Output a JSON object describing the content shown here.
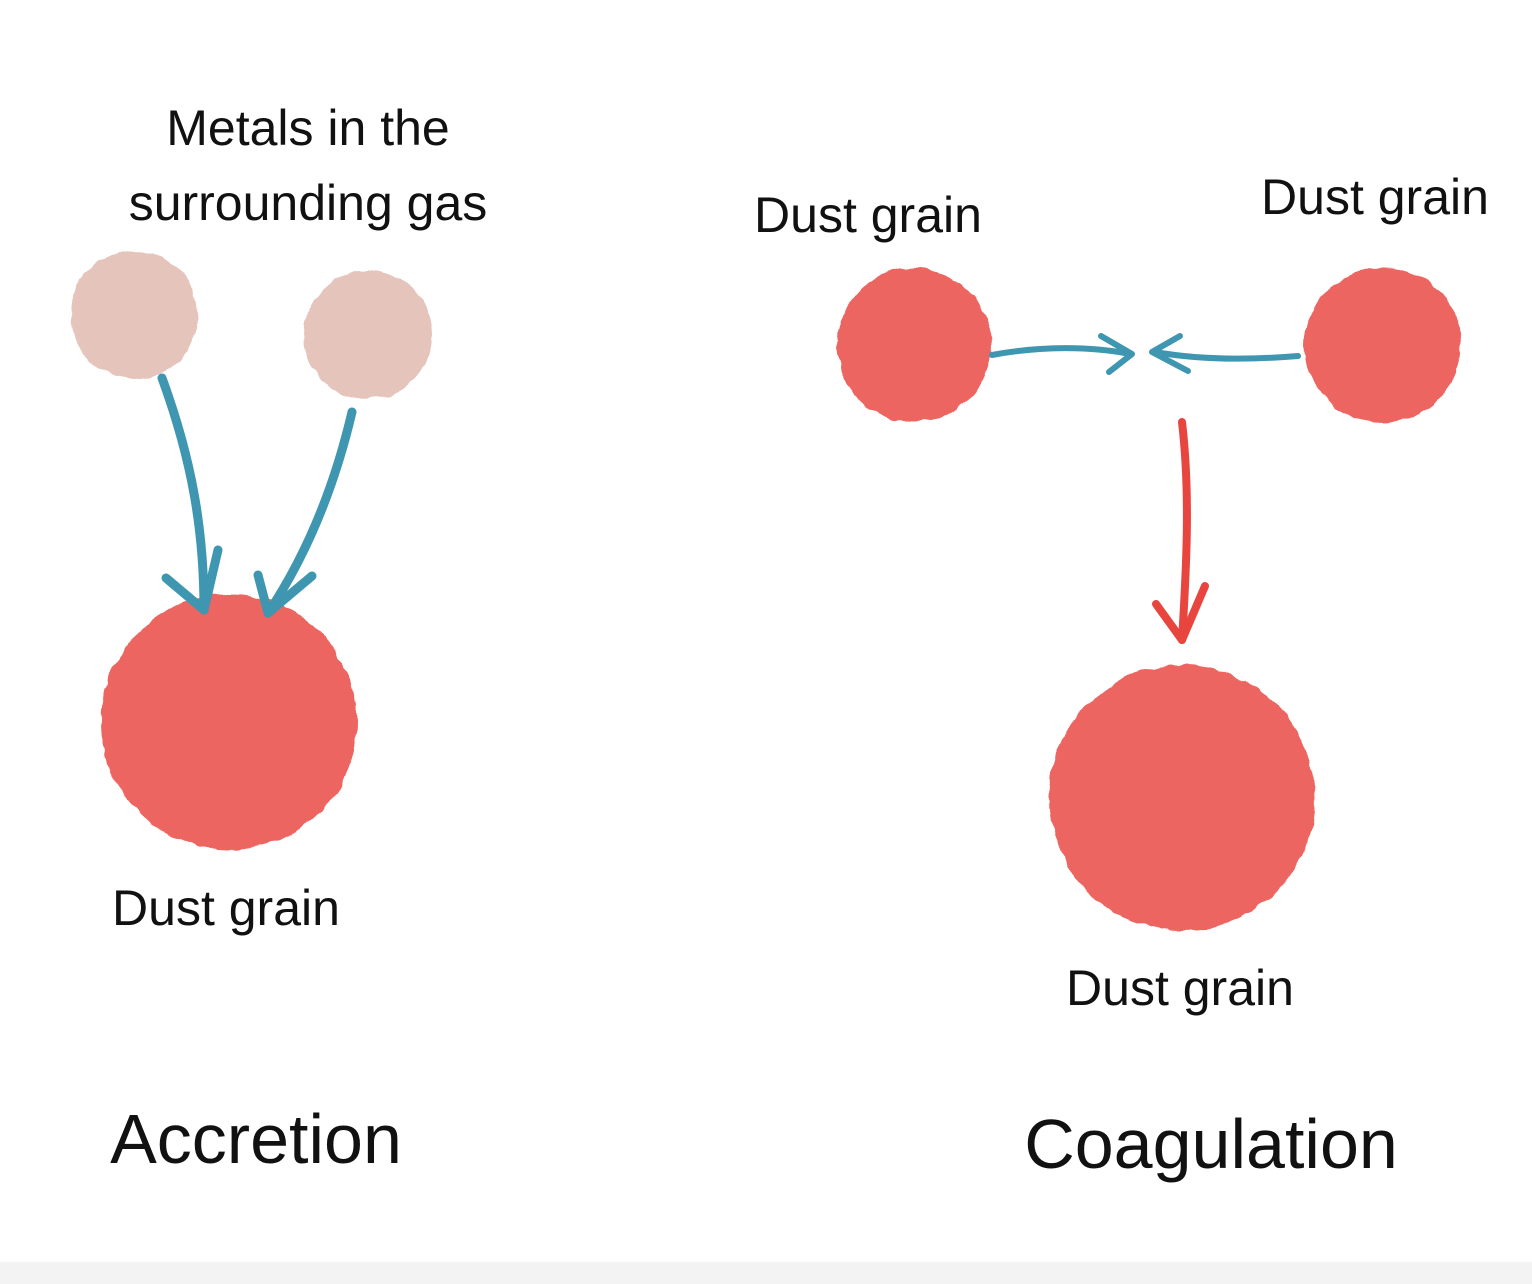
{
  "colors": {
    "background": "#ffffff",
    "dust": "#ec6560",
    "metal": "#e5c4bb",
    "arrow_blue": "#3f96b1",
    "arrow_red": "#e8453e",
    "text": "#111111"
  },
  "accretion": {
    "gas_label_line1": "Metals in the",
    "gas_label_line2": "surrounding gas",
    "grain_label": "Dust grain",
    "title": "Accretion"
  },
  "coagulation": {
    "left_grain_label": "Dust grain",
    "right_grain_label": "Dust grain",
    "result_label": "Dust grain",
    "title": "Coagulation"
  }
}
